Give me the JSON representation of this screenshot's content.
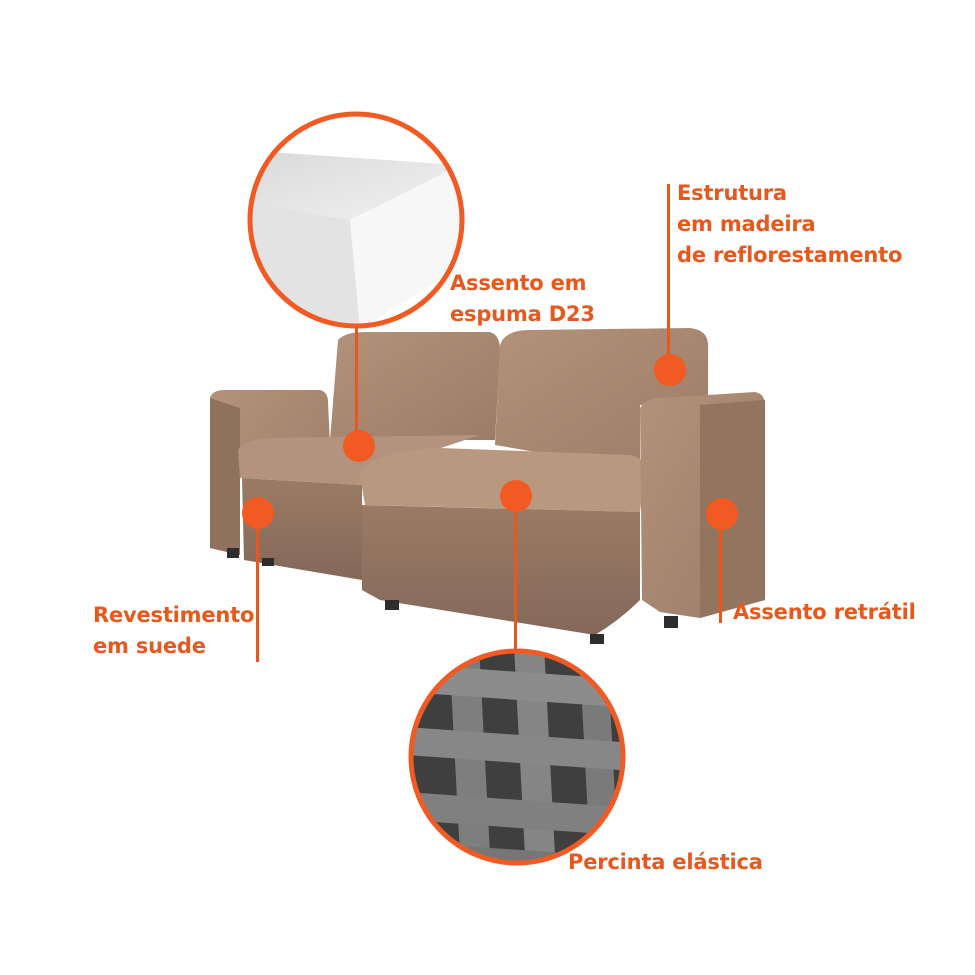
{
  "labels": {
    "estrutura": [
      "Estrutura",
      "em madeira",
      "de reflorestamento"
    ],
    "assento_espuma": [
      "Assento em",
      "espuma D23"
    ],
    "revestimento": [
      "Revestimento",
      "em suede"
    ],
    "assento_retratil": "Assento retrátil",
    "percinta": "Percinta elástica"
  },
  "colors": {
    "accent": "#f15a22",
    "label": "#e8571c",
    "sofa_fabric": "#a5866f",
    "sofa_shadow": "#8a6d58",
    "foam": "#ebebeb",
    "webbing": "#7a7a7a"
  },
  "icons": [
    "foam-closeup-image",
    "webbing-closeup-image",
    "sofa-image"
  ]
}
